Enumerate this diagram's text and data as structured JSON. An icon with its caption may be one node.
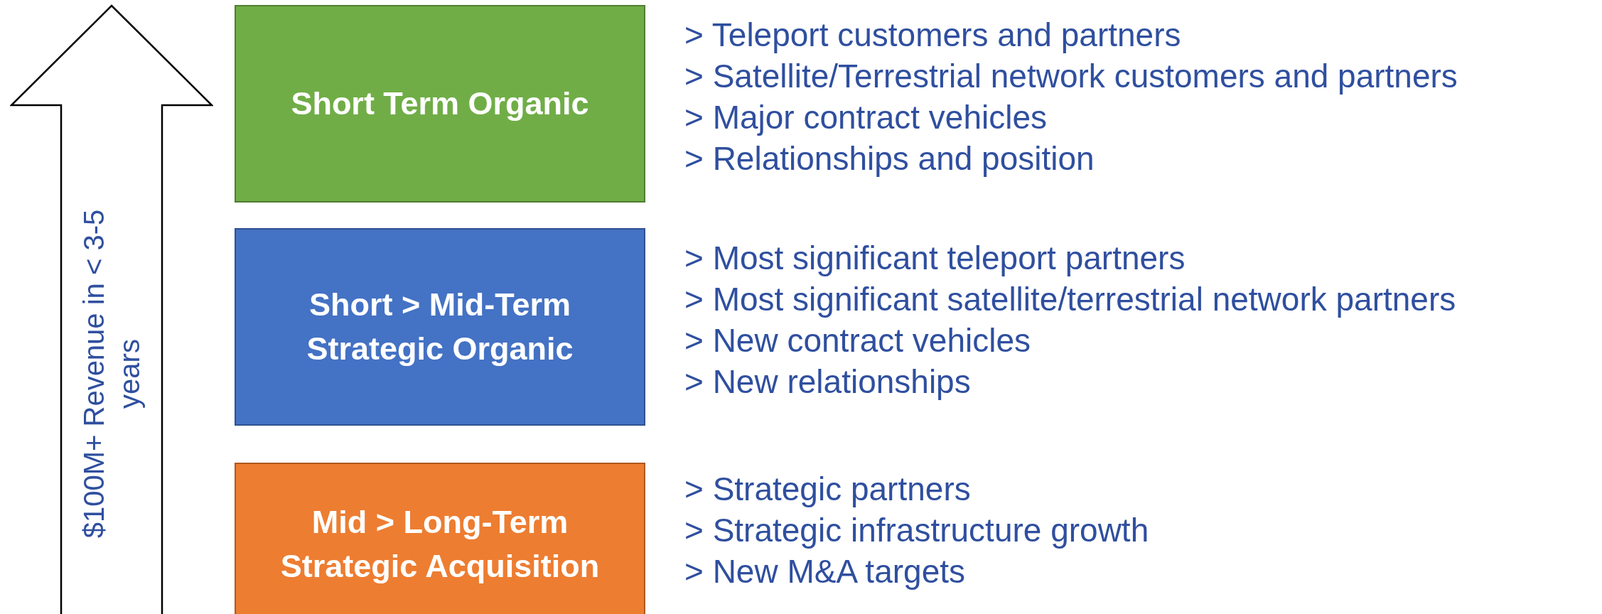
{
  "diagram": {
    "nodes": [
      {
        "text": [
          "$100M+ Revenue in < 3-5 years"
        ]
      },
      {
        "text": [
          "Short Term Organic"
        ],
        "beside": [
          "> Teleport customers and partners",
          "> Satellite/Terrestrial network customers and partners",
          "> Major contract vehicles",
          "> Relationships and position"
        ]
      },
      {
        "text": [
          "Short > Mid-Term Strategic Organic"
        ],
        "beside": [
          "> Most significant teleport partners",
          "> Most significant satellite/terrestrial network partners",
          "> New contract vehicles",
          "> New relationships"
        ]
      },
      {
        "text": [
          "Mid > Long-Term Strategic Acquisition"
        ],
        "beside": [
          "> Strategic partners",
          "> Strategic infrastructure growth",
          "> New M&A targets"
        ]
      }
    ]
  }
}
